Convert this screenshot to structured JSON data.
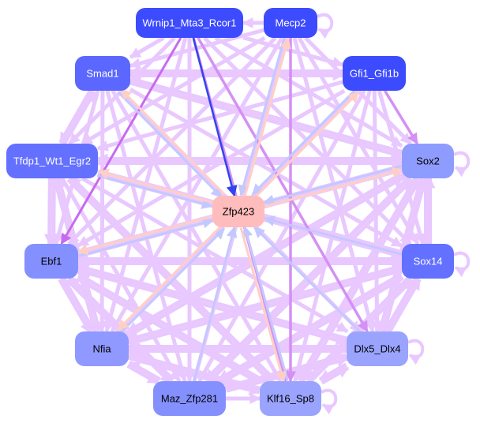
{
  "title": "Gene regulatory network",
  "colors": {
    "edge_default": "#e8c8ff",
    "edge_to_center": "#c4c8ff",
    "edge_peach": "#ffcfc6",
    "edge_strong_purple": "#c86af0",
    "edge_dark_blue": "#3344ee",
    "edge_medium_purple": "#d490f4"
  },
  "nodes": [
    {
      "id": "wrnip",
      "label": "Wrnip1_Mta3_Rcor1",
      "fill": "#3d4bff",
      "text": "#ffffff"
    },
    {
      "id": "mecp2",
      "label": "Mecp2",
      "fill": "#3d4bff",
      "text": "#ffffff"
    },
    {
      "id": "smad1",
      "label": "Smad1",
      "fill": "#5b67ff",
      "text": "#ffffff"
    },
    {
      "id": "gfi1",
      "label": "Gfi1_Gfi1b",
      "fill": "#3d4bff",
      "text": "#ffffff"
    },
    {
      "id": "tfdp1",
      "label": "Tfdp1_Wt1_Egr2",
      "fill": "#6470ff",
      "text": "#ffffff"
    },
    {
      "id": "sox2",
      "label": "Sox2",
      "fill": "#8f9cff",
      "text": "#000000"
    },
    {
      "id": "zfp423",
      "label": "Zfp423",
      "fill": "#ffbcbc",
      "text": "#000000"
    },
    {
      "id": "ebf1",
      "label": "Ebf1",
      "fill": "#8590ff",
      "text": "#000000"
    },
    {
      "id": "sox14",
      "label": "Sox14",
      "fill": "#6470ff",
      "text": "#ffffff"
    },
    {
      "id": "nfia",
      "label": "Nfia",
      "fill": "#8f99ff",
      "text": "#000000"
    },
    {
      "id": "dlx5",
      "label": "Dlx5_Dlx4",
      "fill": "#9aa4ff",
      "text": "#000000"
    },
    {
      "id": "maz",
      "label": "Maz_Zfp281",
      "fill": "#8590ff",
      "text": "#000000"
    },
    {
      "id": "klf16",
      "label": "Klf16_Sp8",
      "fill": "#9aa4ff",
      "text": "#000000"
    }
  ],
  "edges": [
    {
      "from": "mecp2",
      "to": "wrnip",
      "style": "default"
    },
    {
      "from": "wrnip",
      "to": "zfp423",
      "style": "dark_blue"
    },
    {
      "from": "mecp2",
      "to": "zfp423",
      "style": "center"
    },
    {
      "from": "zfp423",
      "to": "mecp2",
      "style": "peach"
    },
    {
      "from": "smad1",
      "to": "zfp423",
      "style": "center"
    },
    {
      "from": "zfp423",
      "to": "smad1",
      "style": "peach"
    },
    {
      "from": "gfi1",
      "to": "zfp423",
      "style": "center"
    },
    {
      "from": "zfp423",
      "to": "gfi1",
      "style": "peach"
    },
    {
      "from": "tfdp1",
      "to": "zfp423",
      "style": "center"
    },
    {
      "from": "zfp423",
      "to": "tfdp1",
      "style": "peach"
    },
    {
      "from": "sox2",
      "to": "zfp423",
      "style": "center"
    },
    {
      "from": "zfp423",
      "to": "sox2",
      "style": "peach"
    },
    {
      "from": "ebf1",
      "to": "zfp423",
      "style": "center"
    },
    {
      "from": "zfp423",
      "to": "ebf1",
      "style": "peach"
    },
    {
      "from": "sox14",
      "to": "zfp423",
      "style": "center"
    },
    {
      "from": "nfia",
      "to": "zfp423",
      "style": "center"
    },
    {
      "from": "zfp423",
      "to": "nfia",
      "style": "peach"
    },
    {
      "from": "dlx5",
      "to": "zfp423",
      "style": "center"
    },
    {
      "from": "maz",
      "to": "zfp423",
      "style": "center"
    },
    {
      "from": "klf16",
      "to": "zfp423",
      "style": "center"
    },
    {
      "from": "zfp423",
      "to": "klf16",
      "style": "peach"
    },
    {
      "from": "wrnip",
      "to": "ebf1",
      "style": "strong_purple"
    },
    {
      "from": "wrnip",
      "to": "dlx5",
      "style": "medium_purple"
    },
    {
      "from": "wrnip",
      "to": "klf16",
      "style": "medium_purple"
    },
    {
      "from": "mecp2",
      "to": "klf16",
      "style": "medium_purple"
    },
    {
      "from": "gfi1",
      "to": "sox2",
      "style": "medium_purple"
    },
    {
      "from": "wrnip",
      "to": "smad1",
      "style": "default"
    },
    {
      "from": "wrnip",
      "to": "tfdp1",
      "style": "default"
    },
    {
      "from": "wrnip",
      "to": "sox2",
      "style": "default"
    },
    {
      "from": "wrnip",
      "to": "gfi1",
      "style": "default"
    },
    {
      "from": "wrnip",
      "to": "nfia",
      "style": "default"
    },
    {
      "from": "wrnip",
      "to": "maz",
      "style": "default"
    },
    {
      "from": "wrnip",
      "to": "sox14",
      "style": "default"
    },
    {
      "from": "mecp2",
      "to": "smad1",
      "style": "default"
    },
    {
      "from": "mecp2",
      "to": "tfdp1",
      "style": "default"
    },
    {
      "from": "mecp2",
      "to": "ebf1",
      "style": "default"
    },
    {
      "from": "mecp2",
      "to": "sox2",
      "style": "default"
    },
    {
      "from": "mecp2",
      "to": "sox14",
      "style": "default"
    },
    {
      "from": "mecp2",
      "to": "dlx5",
      "style": "default"
    },
    {
      "from": "mecp2",
      "to": "nfia",
      "style": "default"
    },
    {
      "from": "mecp2",
      "to": "maz",
      "style": "default"
    },
    {
      "from": "smad1",
      "to": "tfdp1",
      "style": "default"
    },
    {
      "from": "tfdp1",
      "to": "smad1",
      "style": "default"
    },
    {
      "from": "smad1",
      "to": "gfi1",
      "style": "default"
    },
    {
      "from": "smad1",
      "to": "sox2",
      "style": "default"
    },
    {
      "from": "smad1",
      "to": "ebf1",
      "style": "default"
    },
    {
      "from": "smad1",
      "to": "nfia",
      "style": "default"
    },
    {
      "from": "smad1",
      "to": "dlx5",
      "style": "default"
    },
    {
      "from": "smad1",
      "to": "maz",
      "style": "default"
    },
    {
      "from": "smad1",
      "to": "klf16",
      "style": "default"
    },
    {
      "from": "smad1",
      "to": "sox14",
      "style": "default"
    },
    {
      "from": "gfi1",
      "to": "smad1",
      "style": "default"
    },
    {
      "from": "gfi1",
      "to": "tfdp1",
      "style": "default"
    },
    {
      "from": "gfi1",
      "to": "ebf1",
      "style": "default"
    },
    {
      "from": "gfi1",
      "to": "nfia",
      "style": "default"
    },
    {
      "from": "gfi1",
      "to": "dlx5",
      "style": "default"
    },
    {
      "from": "gfi1",
      "to": "maz",
      "style": "default"
    },
    {
      "from": "gfi1",
      "to": "klf16",
      "style": "default"
    },
    {
      "from": "gfi1",
      "to": "sox14",
      "style": "default"
    },
    {
      "from": "tfdp1",
      "to": "ebf1",
      "style": "default"
    },
    {
      "from": "ebf1",
      "to": "tfdp1",
      "style": "default"
    },
    {
      "from": "tfdp1",
      "to": "sox2",
      "style": "default"
    },
    {
      "from": "tfdp1",
      "to": "sox14",
      "style": "default"
    },
    {
      "from": "tfdp1",
      "to": "nfia",
      "style": "default"
    },
    {
      "from": "tfdp1",
      "to": "dlx5",
      "style": "default"
    },
    {
      "from": "tfdp1",
      "to": "maz",
      "style": "default"
    },
    {
      "from": "tfdp1",
      "to": "klf16",
      "style": "default"
    },
    {
      "from": "sox2",
      "to": "sox14",
      "style": "default"
    },
    {
      "from": "sox14",
      "to": "sox2",
      "style": "default"
    },
    {
      "from": "sox2",
      "to": "ebf1",
      "style": "default"
    },
    {
      "from": "sox2",
      "to": "nfia",
      "style": "default"
    },
    {
      "from": "sox2",
      "to": "dlx5",
      "style": "default"
    },
    {
      "from": "sox2",
      "to": "maz",
      "style": "default"
    },
    {
      "from": "sox2",
      "to": "klf16",
      "style": "default"
    },
    {
      "from": "sox2",
      "to": "smad1",
      "style": "default"
    },
    {
      "from": "sox2",
      "to": "tfdp1",
      "style": "default"
    },
    {
      "from": "ebf1",
      "to": "nfia",
      "style": "default"
    },
    {
      "from": "nfia",
      "to": "ebf1",
      "style": "default"
    },
    {
      "from": "ebf1",
      "to": "sox2",
      "style": "default"
    },
    {
      "from": "ebf1",
      "to": "sox14",
      "style": "default"
    },
    {
      "from": "ebf1",
      "to": "dlx5",
      "style": "default"
    },
    {
      "from": "ebf1",
      "to": "maz",
      "style": "default"
    },
    {
      "from": "ebf1",
      "to": "klf16",
      "style": "default"
    },
    {
      "from": "sox14",
      "to": "dlx5",
      "style": "default"
    },
    {
      "from": "dlx5",
      "to": "sox14",
      "style": "default"
    },
    {
      "from": "sox14",
      "to": "nfia",
      "style": "default"
    },
    {
      "from": "sox14",
      "to": "ebf1",
      "style": "default"
    },
    {
      "from": "sox14",
      "to": "tfdp1",
      "style": "default"
    },
    {
      "from": "sox14",
      "to": "maz",
      "style": "default"
    },
    {
      "from": "sox14",
      "to": "klf16",
      "style": "default"
    },
    {
      "from": "nfia",
      "to": "dlx5",
      "style": "default"
    },
    {
      "from": "nfia",
      "to": "sox2",
      "style": "default"
    },
    {
      "from": "nfia",
      "to": "sox14",
      "style": "default"
    },
    {
      "from": "nfia",
      "to": "maz",
      "style": "default"
    },
    {
      "from": "nfia",
      "to": "klf16",
      "style": "default"
    },
    {
      "from": "nfia",
      "to": "tfdp1",
      "style": "default"
    },
    {
      "from": "dlx5",
      "to": "klf16",
      "style": "default"
    },
    {
      "from": "dlx5",
      "to": "nfia",
      "style": "default"
    },
    {
      "from": "dlx5",
      "to": "maz",
      "style": "default"
    },
    {
      "from": "dlx5",
      "to": "ebf1",
      "style": "default"
    },
    {
      "from": "dlx5",
      "to": "sox2",
      "style": "default"
    },
    {
      "from": "maz",
      "to": "klf16",
      "style": "default"
    },
    {
      "from": "maz",
      "to": "nfia",
      "style": "default"
    },
    {
      "from": "maz",
      "to": "ebf1",
      "style": "default"
    },
    {
      "from": "maz",
      "to": "sox2",
      "style": "default"
    },
    {
      "from": "maz",
      "to": "sox14",
      "style": "default"
    },
    {
      "from": "maz",
      "to": "dlx5",
      "style": "default"
    },
    {
      "from": "klf16",
      "to": "ebf1",
      "style": "default"
    },
    {
      "from": "klf16",
      "to": "nfia",
      "style": "default"
    },
    {
      "from": "klf16",
      "to": "sox2",
      "style": "default"
    },
    {
      "from": "klf16",
      "to": "sox14",
      "style": "default"
    },
    {
      "from": "klf16",
      "to": "dlx5",
      "style": "default"
    },
    {
      "from": "klf16",
      "to": "tfdp1",
      "style": "default"
    }
  ],
  "self_loops": [
    "mecp2",
    "sox2",
    "sox14",
    "dlx5",
    "klf16"
  ]
}
